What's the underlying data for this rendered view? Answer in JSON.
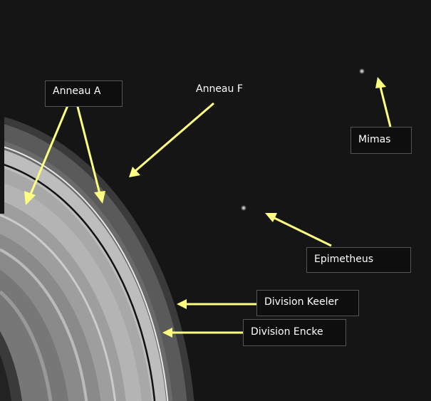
{
  "labels": {
    "ring_a": "Anneau A",
    "ring_f": "Anneau F",
    "mimas": "Mimas",
    "epimetheus": "Epimetheus",
    "keeler": "Division Keeler",
    "encke": "Division Encke"
  },
  "colors": {
    "arrow": "#ffff80",
    "background": "#151515"
  }
}
